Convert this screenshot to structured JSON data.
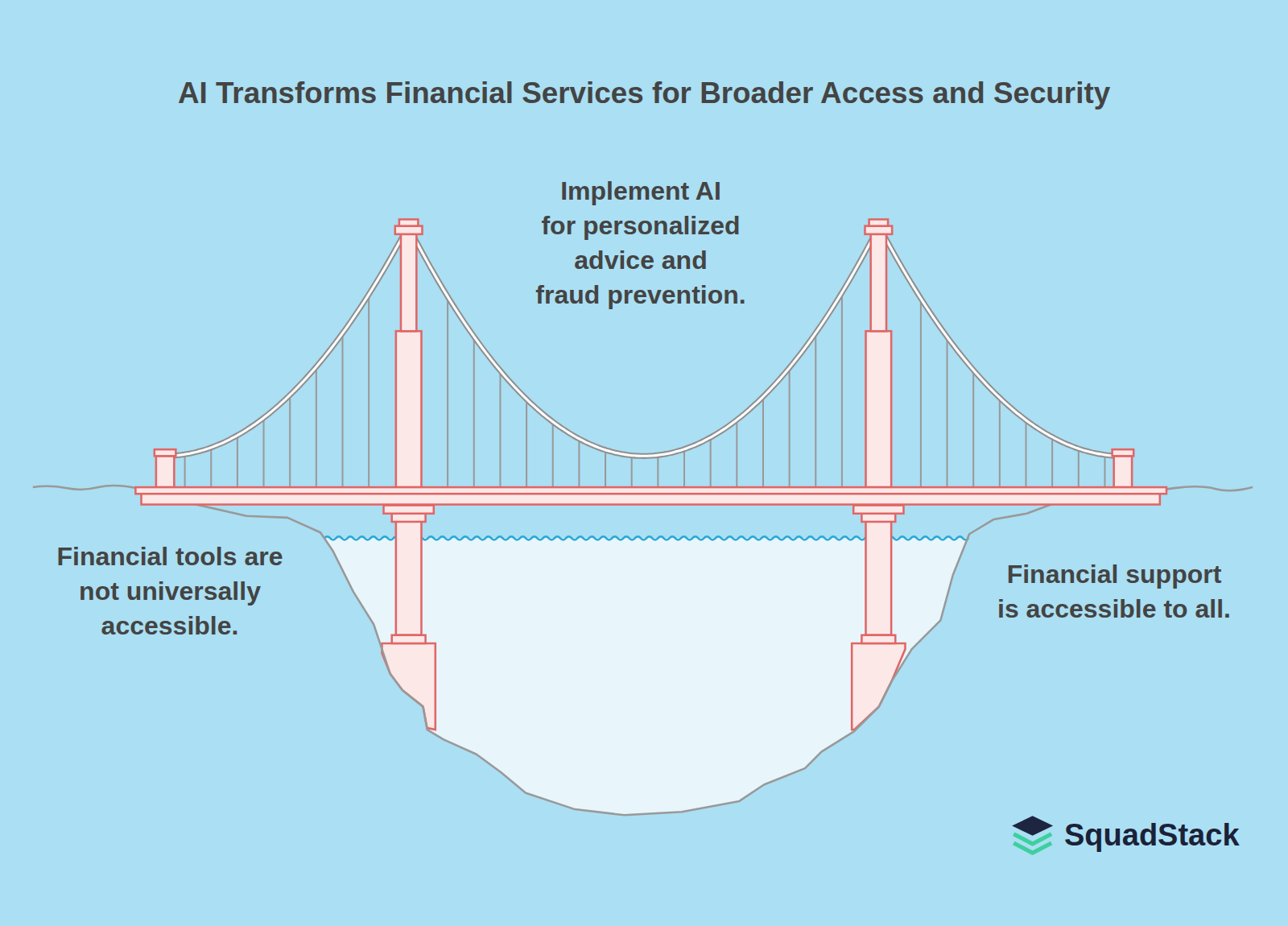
{
  "diagram": {
    "title": "AI Transforms Financial Services for Broader Access and Security",
    "labels": [
      "Implement AI for personalized advice and fraud prevention.",
      "Financial tools are not universally accessible.",
      "Financial support is accessible to all.",
      "SquadStack"
    ]
  }
}
